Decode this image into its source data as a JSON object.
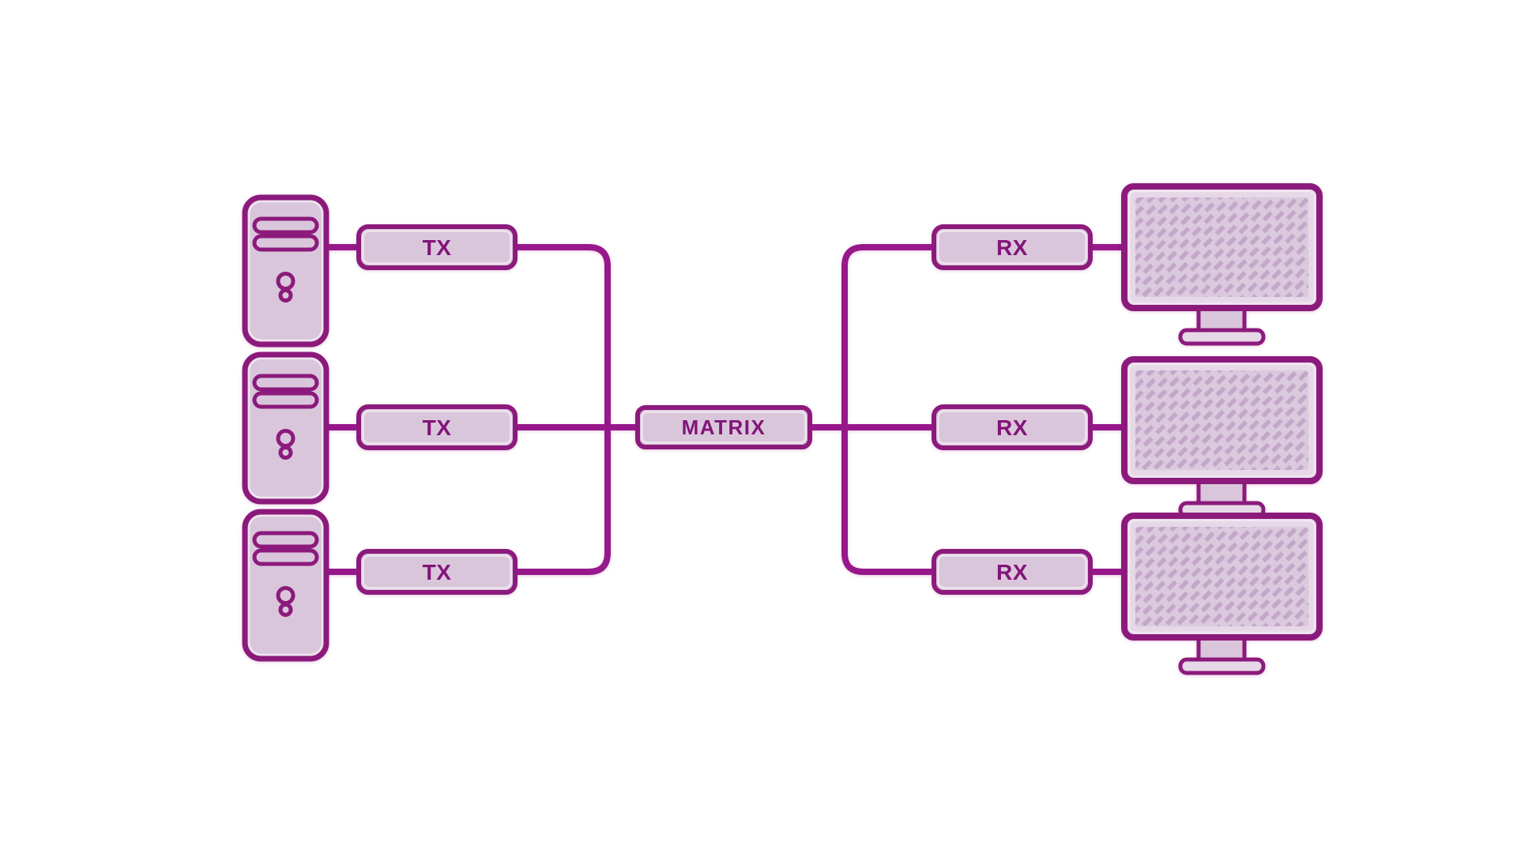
{
  "diagram": {
    "labels": {
      "tx": [
        "TX",
        "TX",
        "TX"
      ],
      "matrix": "MATRIX",
      "rx": [
        "RX",
        "RX",
        "RX"
      ]
    },
    "counts": {
      "computers": 3,
      "tx_boxes": 3,
      "rx_boxes": 3,
      "monitors": 3
    },
    "colors": {
      "background": "#FFFFFF",
      "outline": "#8C1A7C",
      "connector": "#97188B",
      "label_text": "#821478",
      "fill": "#D9C6DB",
      "fill_pale": "#E6D8E7",
      "inner_highlight": "#F1E7F2",
      "screen_base": "#DBC9DE",
      "screen_hatch": "#C3A7C9"
    }
  }
}
